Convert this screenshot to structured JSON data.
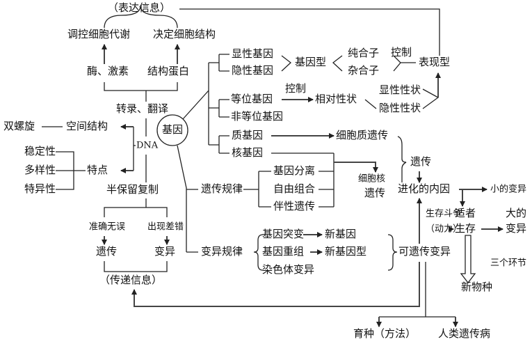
{
  "top": {
    "express_info": "（表达信息）",
    "regulate_metabolism": "调控细胞代谢",
    "determine_structure": "决定细胞结构",
    "enzyme_hormone": "酶、激素",
    "structural_protein": "结构蛋白",
    "transcription_translation": "转录、翻译"
  },
  "dna": {
    "label": "DNA",
    "double_helix": "双螺旋",
    "spatial_structure": "空间结构",
    "features": "特点",
    "stability": "稳定性",
    "diversity": "多样性",
    "specificity": "特异性",
    "semi_conservative": "半保留复制",
    "accurate": "准确无误",
    "error": "出现差错",
    "heredity": "遗传",
    "variation": "变异",
    "transmit_info": "（传递信息）"
  },
  "gene": {
    "label": "基因",
    "dominant_gene": "显性基因",
    "recessive_gene": "隐性基因",
    "genotype": "基因型",
    "homozygote": "纯合子",
    "heterozygote": "杂合子",
    "control1": "控制",
    "phenotype": "表现型",
    "allele": "等位基因",
    "control2": "控制",
    "relative_trait": "相对性状",
    "dominant_trait": "显性性状",
    "recessive_trait": "隐性性状",
    "non_allele": "非等位基因",
    "cyto_gene": "质基因",
    "cyto_inherit": "细胞质遗传",
    "nuclear_gene": "核基因",
    "inherit": "遗传"
  },
  "laws": {
    "genetic_laws": "遗传规律",
    "segregation": "基因分离",
    "free_combination": "自由组合",
    "sex_linked": "伴性遗传",
    "nuclear_inherit_1": "细胞核",
    "nuclear_inherit_2": "遗传",
    "variation_laws": "变异规律",
    "mutation": "基因突变",
    "new_gene": "新基因",
    "recombination": "基因重组",
    "new_genotype": "新基因型",
    "chromosome_variation": "染色体变异",
    "heritable_variation": "可遗传变异"
  },
  "evolution": {
    "internal_cause": "进化的内因",
    "small_variation": "小的变异",
    "struggle": "生存斗争",
    "power": "（动力）",
    "fittest_1": "适者",
    "fittest_2": "生存",
    "big_1": "大的",
    "big_2": "变异",
    "three_links": "三个环节",
    "new_species": "新物种",
    "breeding": "育种（方法）",
    "genetic_disease": "人类遗传病"
  }
}
